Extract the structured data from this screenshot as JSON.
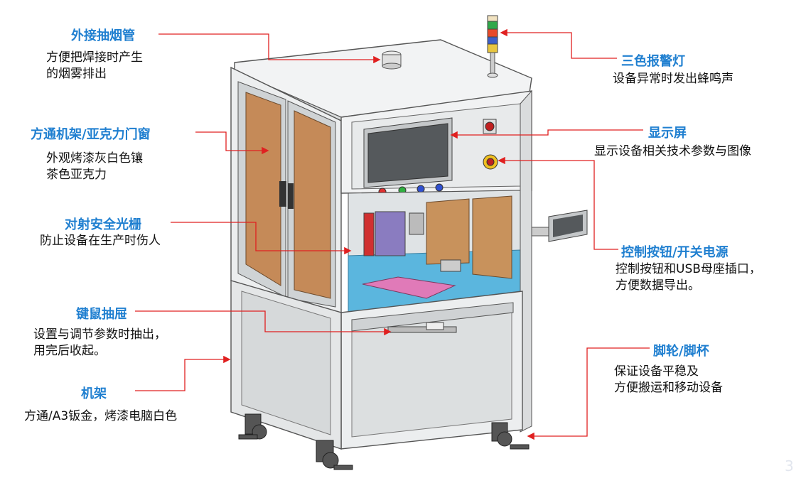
{
  "callouts": {
    "smoke_pipe": {
      "title": "外接抽烟管",
      "desc": [
        "方便把焊接时产生",
        "的烟雾排出"
      ]
    },
    "frame_door": {
      "title": "方通机架/亚克力门窗",
      "desc": [
        "外观烤漆灰白色镶",
        "茶色亚克力"
      ]
    },
    "light_curtain": {
      "title": "对射安全光栅",
      "desc": [
        "防止设备在生产时伤人"
      ]
    },
    "keyboard_drawer": {
      "title": "键鼠抽屉",
      "desc": [
        "设置与调节参数时抽出，",
        "用完后收起。"
      ]
    },
    "frame": {
      "title": "机架",
      "desc": [
        "方通/A3钣金，烤漆电脑白色"
      ]
    },
    "tower_light": {
      "title": "三色报警灯",
      "desc": [
        "设备异常时发出蜂鸣声"
      ]
    },
    "display": {
      "title": "显示屏",
      "desc": [
        "显示设备相关技术参数与图像"
      ]
    },
    "control_buttons": {
      "title": "控制按钮/开关电源",
      "desc": [
        "控制按钮和USB母座插口，",
        "方便数据导出。"
      ]
    },
    "casters": {
      "title": "脚轮/脚杯",
      "desc": [
        "保证设备平稳及",
        "方便搬运和移动设备"
      ]
    }
  },
  "page_number": "3",
  "colors": {
    "title": "#1f7fd0",
    "leader": "#e02020",
    "text": "#111111"
  }
}
